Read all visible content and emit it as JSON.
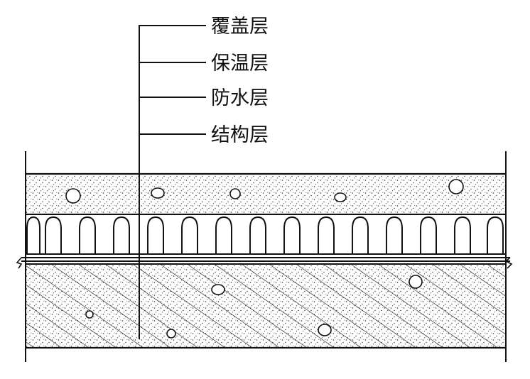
{
  "labels": {
    "cover_layer": "覆盖层",
    "insulation_layer": "保温层",
    "waterproof_layer": "防水层",
    "structural_layer": "结构层"
  },
  "colors": {
    "ink": "#111111",
    "background": "#ffffff"
  }
}
